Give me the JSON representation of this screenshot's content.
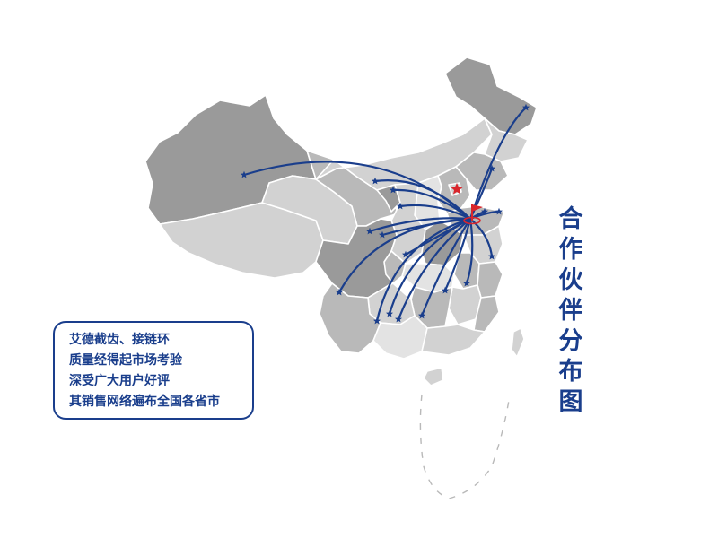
{
  "title": {
    "chars": [
      "合",
      "作",
      "伙",
      "伴",
      "分",
      "布",
      "图"
    ]
  },
  "infobox": {
    "lines": [
      "艾德截齿、接链环",
      "质量经得起市场考验",
      "深受广大用户好评",
      "其销售网络遍布全国各省市"
    ]
  },
  "map": {
    "hub": "shandong",
    "colors": {
      "dark": "#9a9a9a",
      "medium": "#b9b9b9",
      "light": "#d2d2d2",
      "lighter": "#e3e3e3",
      "route": "#1a3e8c",
      "hub_flag": "#d9262c",
      "beijing_star": "#d9262c"
    }
  }
}
